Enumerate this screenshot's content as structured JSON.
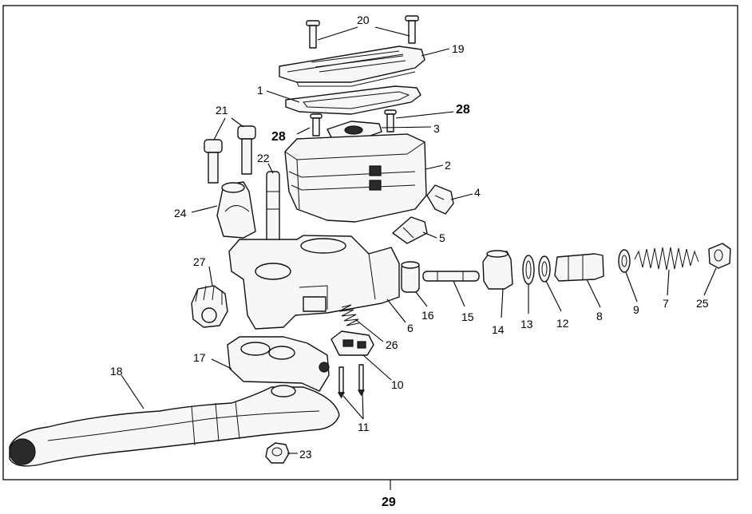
{
  "callouts": {
    "c1": "1",
    "c2": "2",
    "c3": "3",
    "c4": "4",
    "c5": "5",
    "c6": "6",
    "c7": "7",
    "c8": "8",
    "c9": "9",
    "c10": "10",
    "c11": "11",
    "c12": "12",
    "c13": "13",
    "c14": "14",
    "c15": "15",
    "c16": "16",
    "c17": "17",
    "c18": "18",
    "c19": "19",
    "c20": "20",
    "c21": "21",
    "c22": "22",
    "c23": "23",
    "c24": "24",
    "c25": "25",
    "c26": "26",
    "c27": "27",
    "c28a": "28",
    "c28b": "28",
    "c29": "29"
  }
}
